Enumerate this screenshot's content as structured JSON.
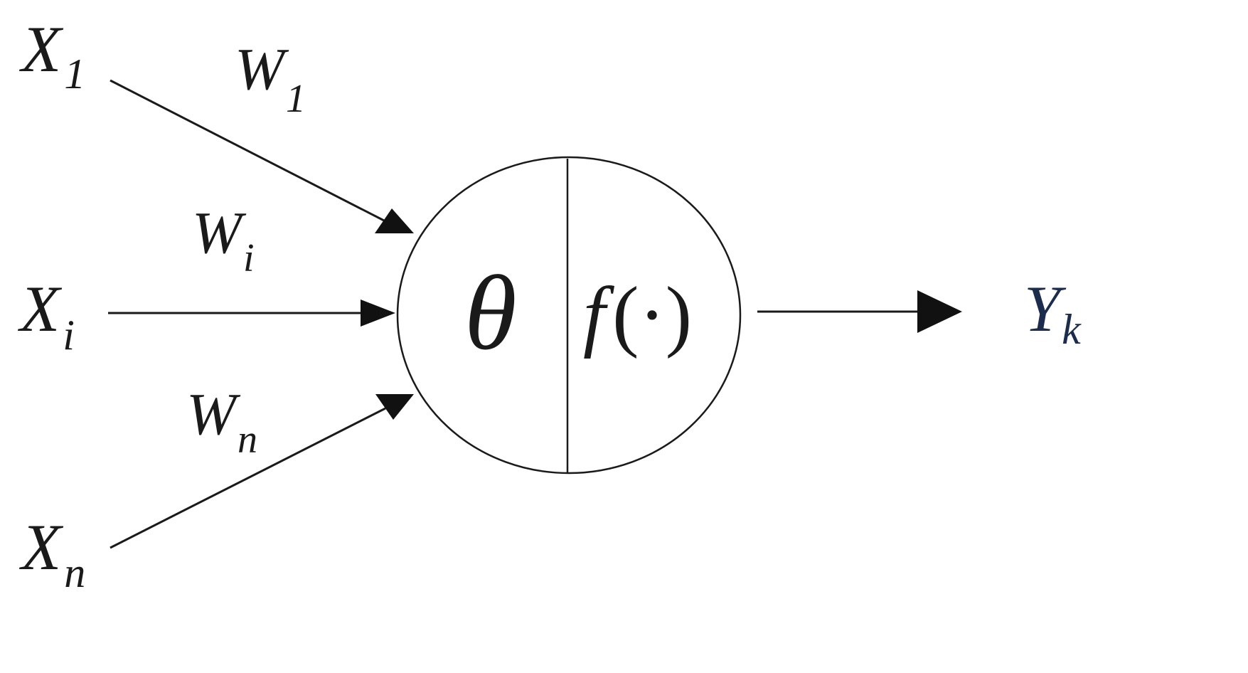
{
  "inputs": [
    {
      "base": "X",
      "sub": "1"
    },
    {
      "base": "X",
      "sub": "i"
    },
    {
      "base": "X",
      "sub": "n"
    }
  ],
  "weights": [
    {
      "base": "W",
      "sub": "1"
    },
    {
      "base": "W",
      "sub": "i"
    },
    {
      "base": "W",
      "sub": "n"
    }
  ],
  "neuron": {
    "threshold": "θ",
    "activation": "f",
    "activation_arg": "(·)"
  },
  "output": {
    "base": "Y",
    "sub": "k",
    "color": "#1c2c4c"
  }
}
